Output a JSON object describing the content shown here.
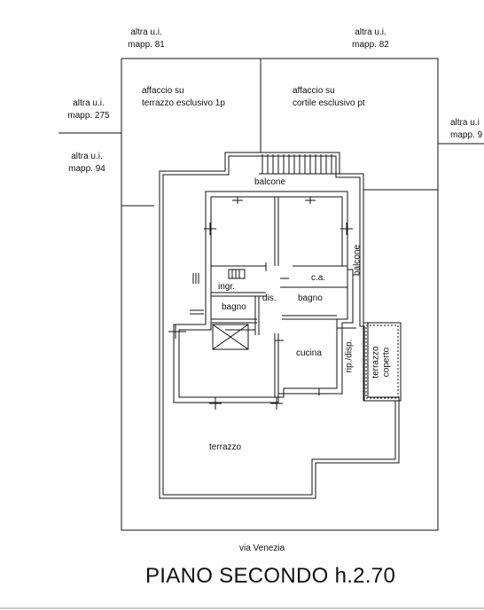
{
  "neighbours": {
    "n81_line1": "altra u.i.",
    "n81_line2": "mapp. 81",
    "n82_line1": "altra u.i.",
    "n82_line2": "mapp. 82",
    "n275_line1": "altra u.i.",
    "n275_line2": "mapp. 275",
    "n94_line1": "altra u.i.",
    "n94_line2": "mapp. 94",
    "right_line1": "altra u.i",
    "right_line2": "mapp. 9"
  },
  "views": {
    "left_line1": "affaccio su",
    "left_line2": "terrazzo esclusivo 1p",
    "right_line1": "affaccio su",
    "right_line2": "cortile esclusivo pt"
  },
  "rooms": {
    "balcone_top": "balcone",
    "balcone_side": "balcone",
    "ca": "c.a.",
    "ingr": "ingr.",
    "dis": "dis.",
    "bagno_left": "bagno",
    "bagno_right": "bagno",
    "cucina": "cucina",
    "rip_disp": "rip./disp.",
    "terrazzo_coperto_1": "terrazzo",
    "terrazzo_coperto_2": "coperto",
    "terrazzo": "terrazzo"
  },
  "street": "via Venezia",
  "title": "PIANO SECONDO h.2.70"
}
